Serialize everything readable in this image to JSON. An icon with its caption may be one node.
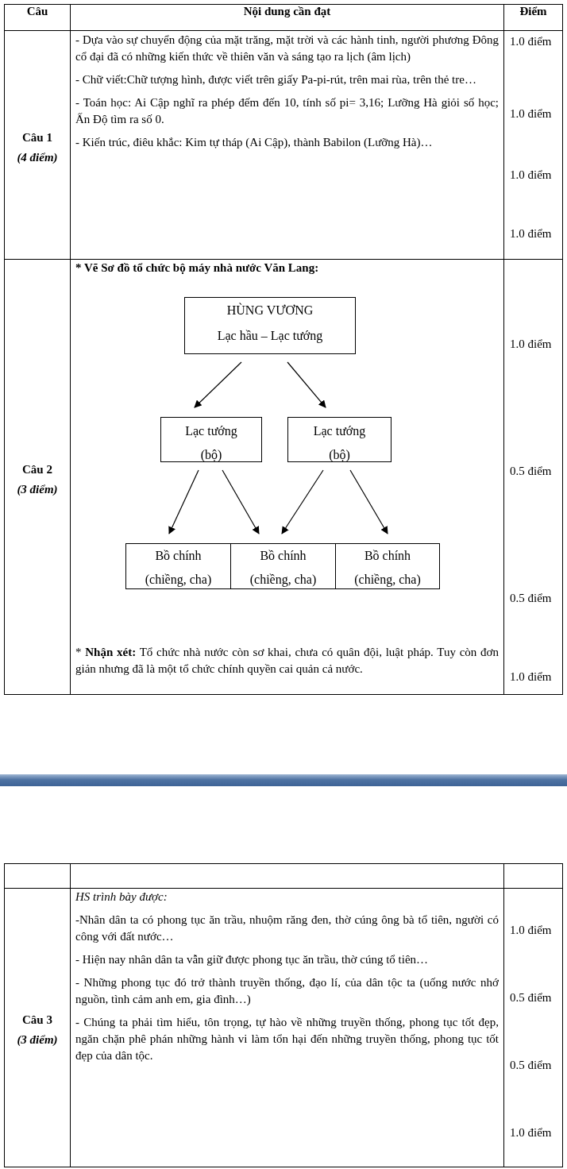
{
  "diagram": {
    "nodes": [
      {
        "text": [
          "HÙNG VƯƠNG",
          "Lạc hầu – Lạc tướng"
        ]
      },
      {
        "text": [
          "Lạc tướng",
          "(bộ)"
        ]
      },
      {
        "text": [
          "Lạc tướng",
          "(bộ)"
        ]
      },
      {
        "text": [
          "Bồ chính",
          "(chiềng, cha)"
        ]
      },
      {
        "text": [
          "Bồ chính",
          "(chiềng, cha)"
        ]
      },
      {
        "text": [
          "Bồ chính",
          "(chiềng, cha)"
        ]
      },
      {
        "text": [],
        "shape": "bar"
      }
    ],
    "edges": [
      {
        "from": 0,
        "to": 1,
        "arrow": "to"
      },
      {
        "from": 0,
        "to": 2,
        "arrow": "to"
      },
      {
        "from": 1,
        "to": 3,
        "arrow": "to"
      },
      {
        "from": 1,
        "to": 4,
        "arrow": "to"
      },
      {
        "from": 2,
        "to": 4,
        "arrow": "to"
      },
      {
        "from": 2,
        "to": 5,
        "arrow": "to"
      }
    ],
    "labels": [
      "Câu",
      "Nội dung cần đạt",
      "Điểm",
      "Câu 1",
      "(4 điểm)",
      "- Dựa vào sự chuyển động của mặt trăng, mặt trời và các hành tinh, người phương Đông cổ đại đã có những kiến thức về thiên văn và sáng tạo ra lịch (âm lịch)",
      "- Chữ viết:Chữ tượng hình, được viết trên giấy Pa-pi-rút, trên mai rùa, trên thẻ tre…",
      "- Toán học: Ai Cập nghĩ ra phép đếm đến 10, tính số pi= 3,16; Lưỡng Hà giỏi số học; Ấn Độ tìm ra số 0.",
      "- Kiến trúc, điêu khắc: Kim tự tháp (Ai Cập), thành Babilon (Lưỡng Hà)…",
      "1.0 điểm",
      "1.0 điểm",
      "1.0 điểm",
      "1.0 điểm",
      "Câu 2",
      "(3 điểm)",
      "* Vẽ Sơ đồ tổ chức bộ máy nhà nước Văn Lang:",
      "* **Nhận xét:** Tổ chức nhà nước còn sơ khai, chưa có quân đội, luật pháp. Tuy còn đơn giản nhưng đã là một tổ chức chính quyền cai quản cả nước.",
      "1.0 điểm",
      "0.5 điểm",
      "0.5 điểm",
      "1.0 điểm",
      "Câu 3",
      "(3 điểm)",
      "HS trình bày được:",
      "-Nhân dân ta có phong tục ăn trầu, nhuộm răng đen, thờ cúng ông bà tổ tiên, người có công với đất nước…",
      "- Hiện nay nhân dân ta vẫn giữ được phong tục ăn trầu, thờ cúng tổ tiên…",
      "- Những phong tục đó trở thành truyền thống, đạo lí, của dân tộc ta (uống nước nhớ nguồn, tình cảm anh em, gia đình…)",
      "- Chúng ta phải tìm hiểu, tôn trọng, tự hào về những truyền thống, phong tục tốt đẹp, ngăn chặn phê phán những hành vi làm tổn hại đến những truyền thống, phong tục tốt đẹp của dân tộc.",
      "1.0 điểm",
      "0.5 điểm",
      "0.5 điểm",
      "1.0 điểm"
    ]
  }
}
